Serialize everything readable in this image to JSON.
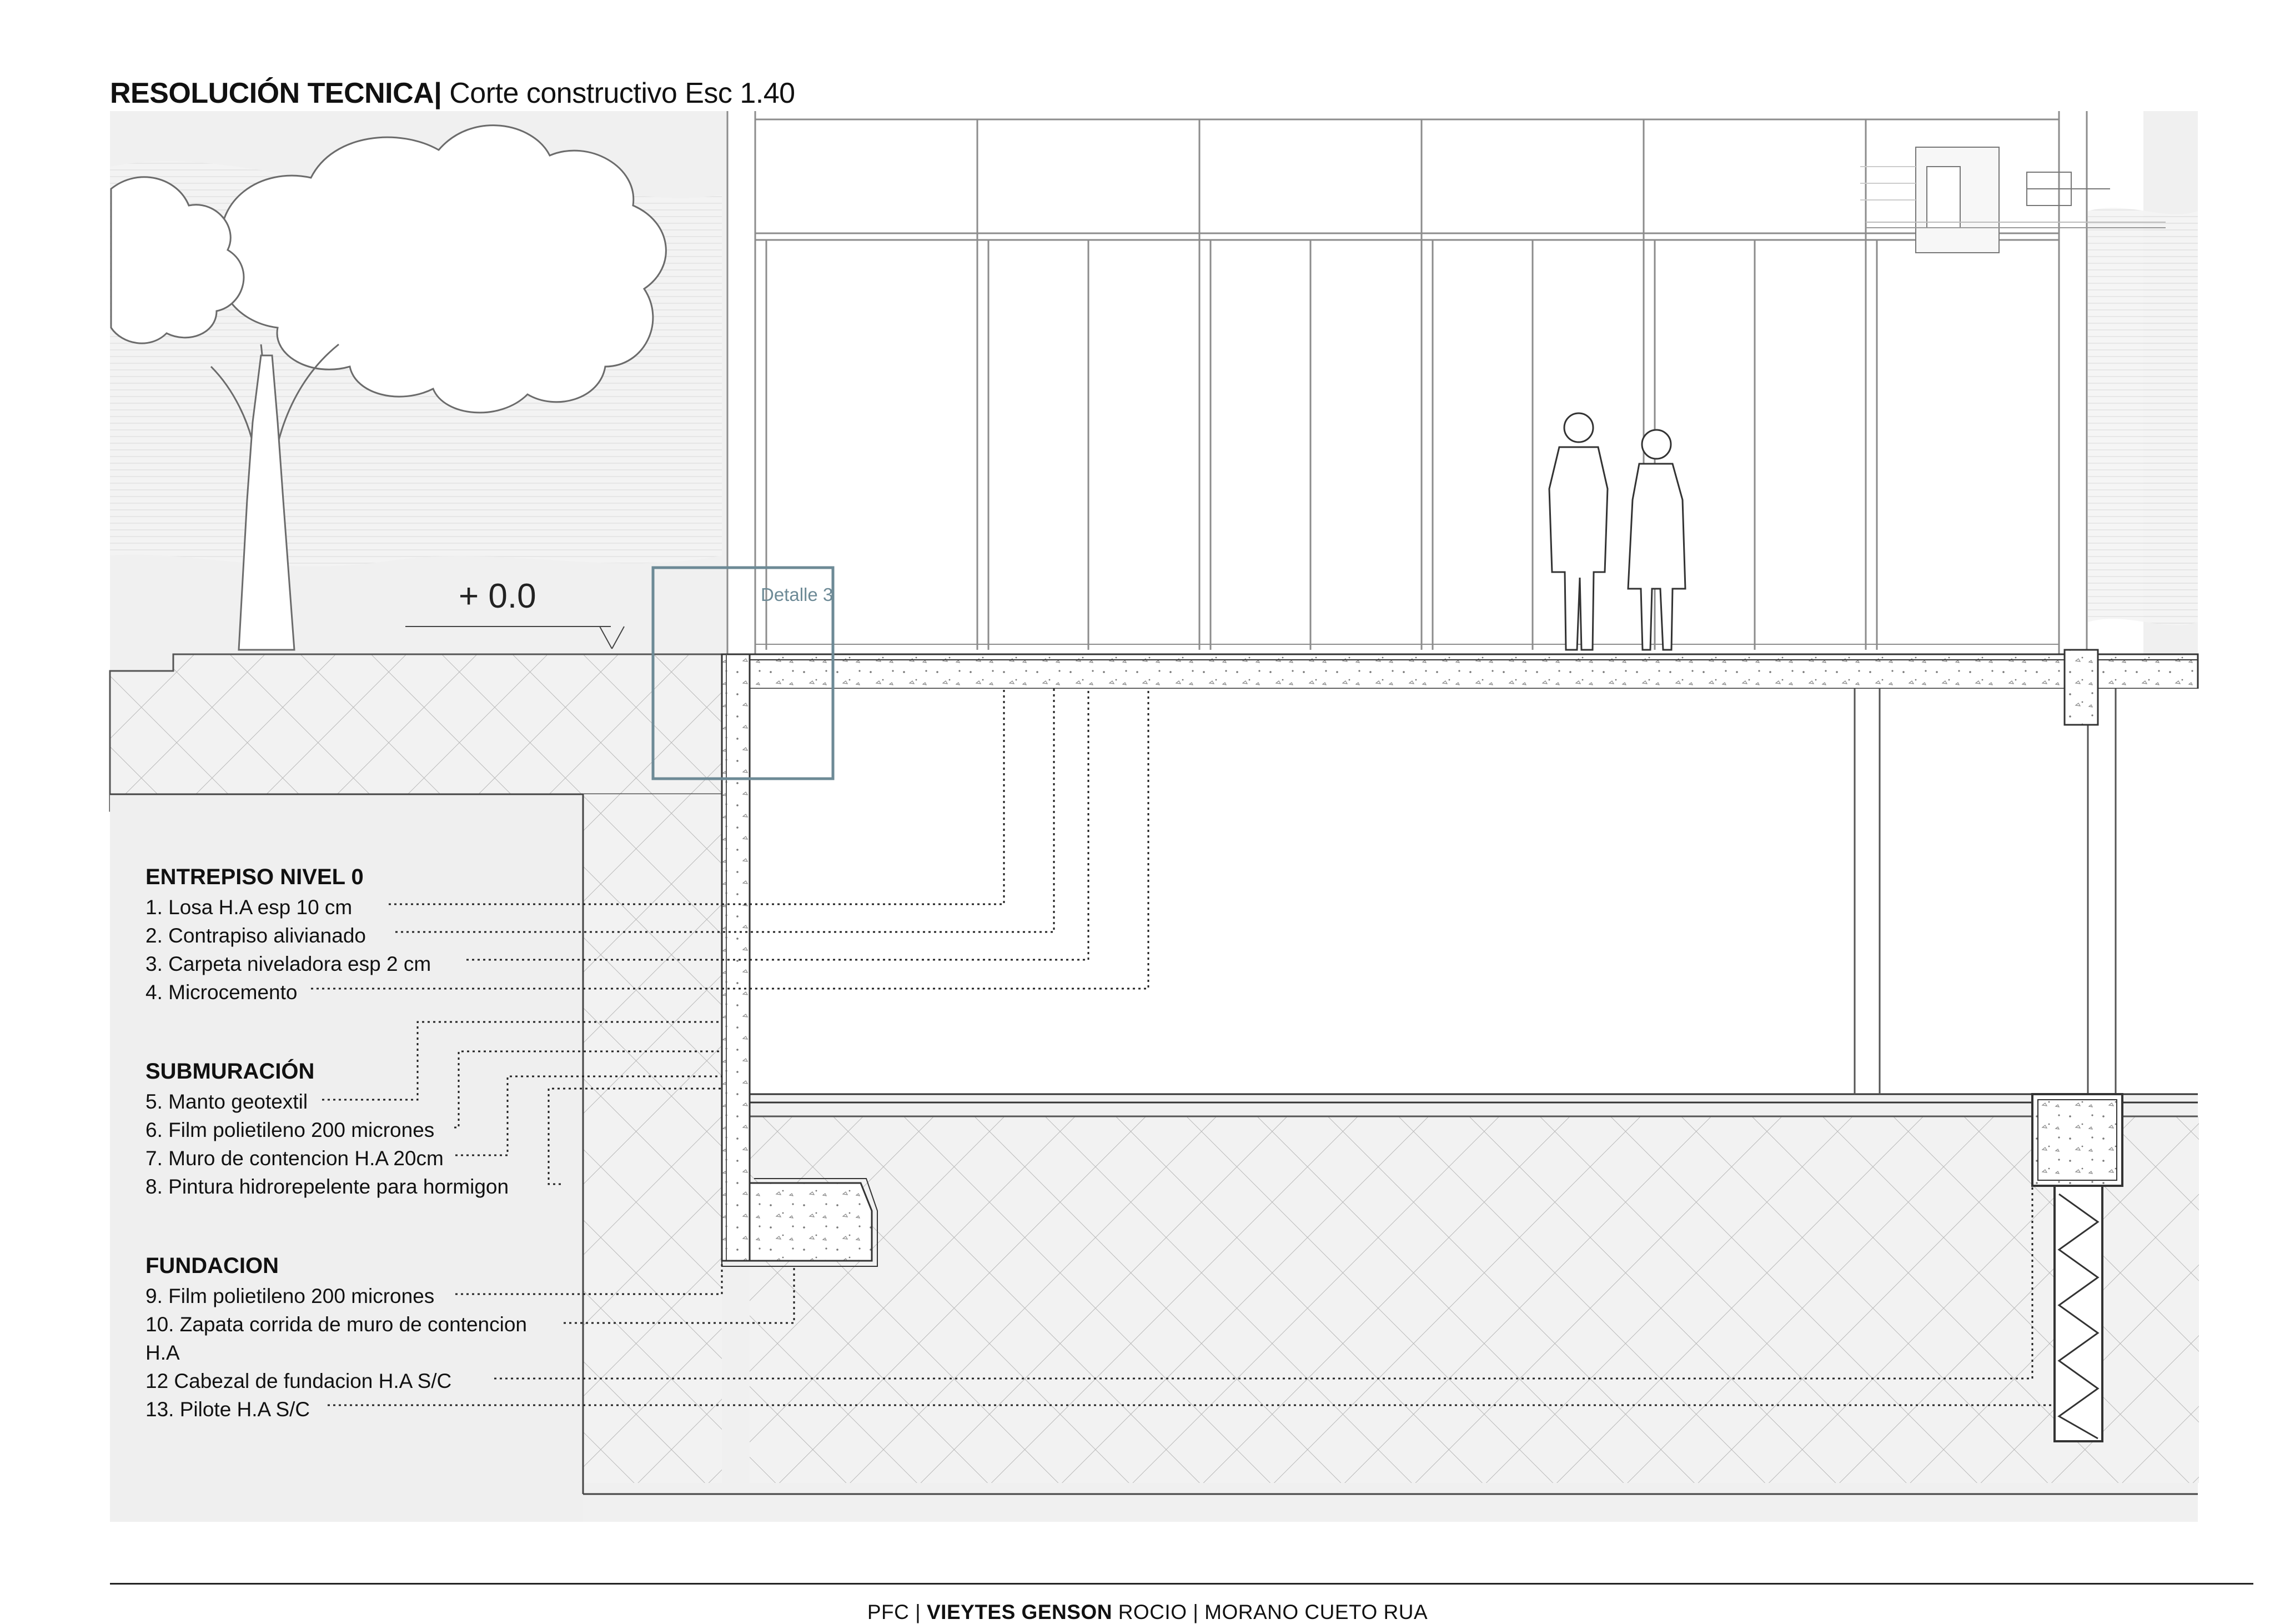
{
  "sheet": {
    "title_bold": "RESOLUCIÓN TECNICA|",
    "title_rest": " Corte constructivo Esc 1.40",
    "level_marker": "+ 0.0",
    "detail_label": "Detalle 3"
  },
  "legend": {
    "entrepiso": {
      "heading": "ENTREPISO NIVEL 0",
      "items": [
        "1.  Losa H.A esp 10 cm",
        "2. Contrapiso alivianado",
        "3. Carpeta niveladora esp 2 cm",
        "4. Microcemento"
      ]
    },
    "submuracion": {
      "heading": "SUBMURACIÓN",
      "items": [
        "5. Manto geotextil",
        "6. Film polietileno 200 micrones",
        "7. Muro de contencion H.A 20cm",
        "8. Pintura hidrorepelente para hormigon"
      ]
    },
    "fundacion": {
      "heading": "FUNDACION",
      "items": [
        "9. Film polietileno 200 micrones",
        "10. Zapata corrida de muro de contencion",
        "H.A",
        "12 Cabezal de fundacion H.A S/C",
        "13. Pilote H.A S/C"
      ]
    }
  },
  "footer": {
    "prefix": "PFC | ",
    "author_bold": "VIEYTES GENSON",
    "author_rest": " ROCIO | MORANO CUETO RUA"
  },
  "colors": {
    "line": "#3a3a3a",
    "light_line": "#9a9a9a",
    "ground_fill": "#f1f1f1",
    "detail_box": "#6d8a96",
    "sky_fill": "#efefef"
  }
}
